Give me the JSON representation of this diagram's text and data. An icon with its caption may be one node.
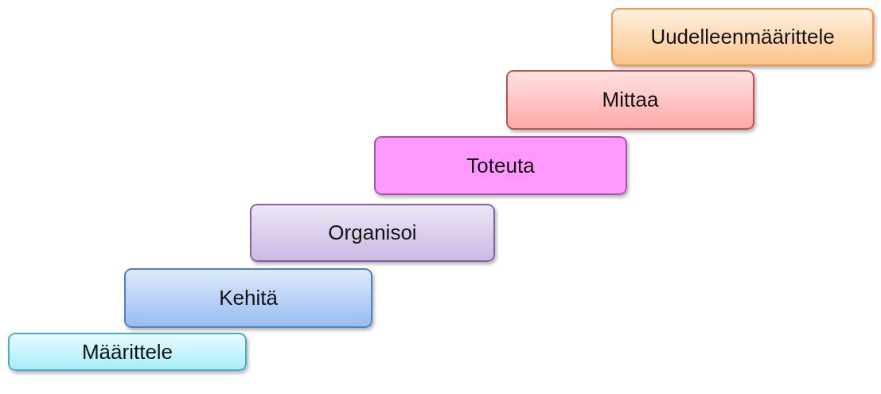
{
  "diagram": {
    "nodes": [
      {
        "text": [
          "Määrittele"
        ]
      },
      {
        "text": [
          "Kehitä"
        ]
      },
      {
        "text": [
          "Organisoi"
        ]
      },
      {
        "text": [
          "Toteuta"
        ]
      },
      {
        "text": [
          "Mittaa"
        ]
      },
      {
        "text": [
          "Uudelleenmäärittele"
        ]
      }
    ]
  }
}
